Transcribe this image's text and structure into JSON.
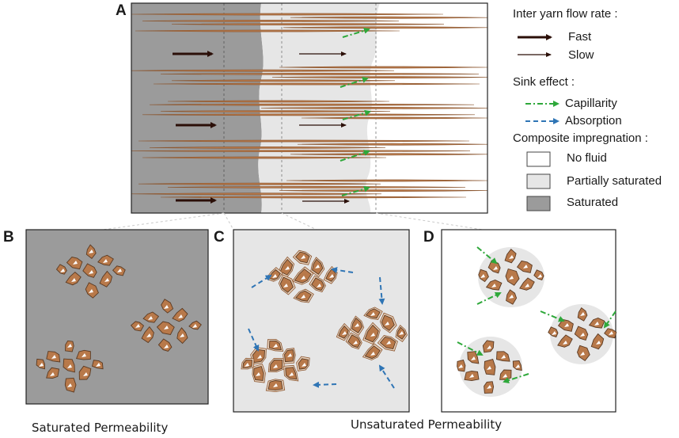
{
  "panels": {
    "a": "A",
    "b": "B",
    "c": "C",
    "d": "D"
  },
  "legend": {
    "flow_title": "Inter yarn flow rate :",
    "fast": "Fast",
    "slow": "Slow",
    "sink_title": "Sink effect :",
    "capillarity": "Capillarity",
    "absorption": "Absorption",
    "impregnation_title": "Composite impregnation :",
    "no_fluid": "No fluid",
    "partially_saturated": "Partially saturated",
    "saturated": "Saturated"
  },
  "captions": {
    "saturated": "Saturated Permeability",
    "unsaturated": "Unsaturated Permeability"
  },
  "colors": {
    "saturated": "#9b9b9b",
    "partial": "#e6e6e6",
    "no_fluid": "#ffffff",
    "fiber": "#b8794a",
    "fiber_dark": "#8a5630",
    "capillarity": "#2ea83a",
    "absorption": "#2f75b5",
    "arrow": "#2b0f08"
  }
}
